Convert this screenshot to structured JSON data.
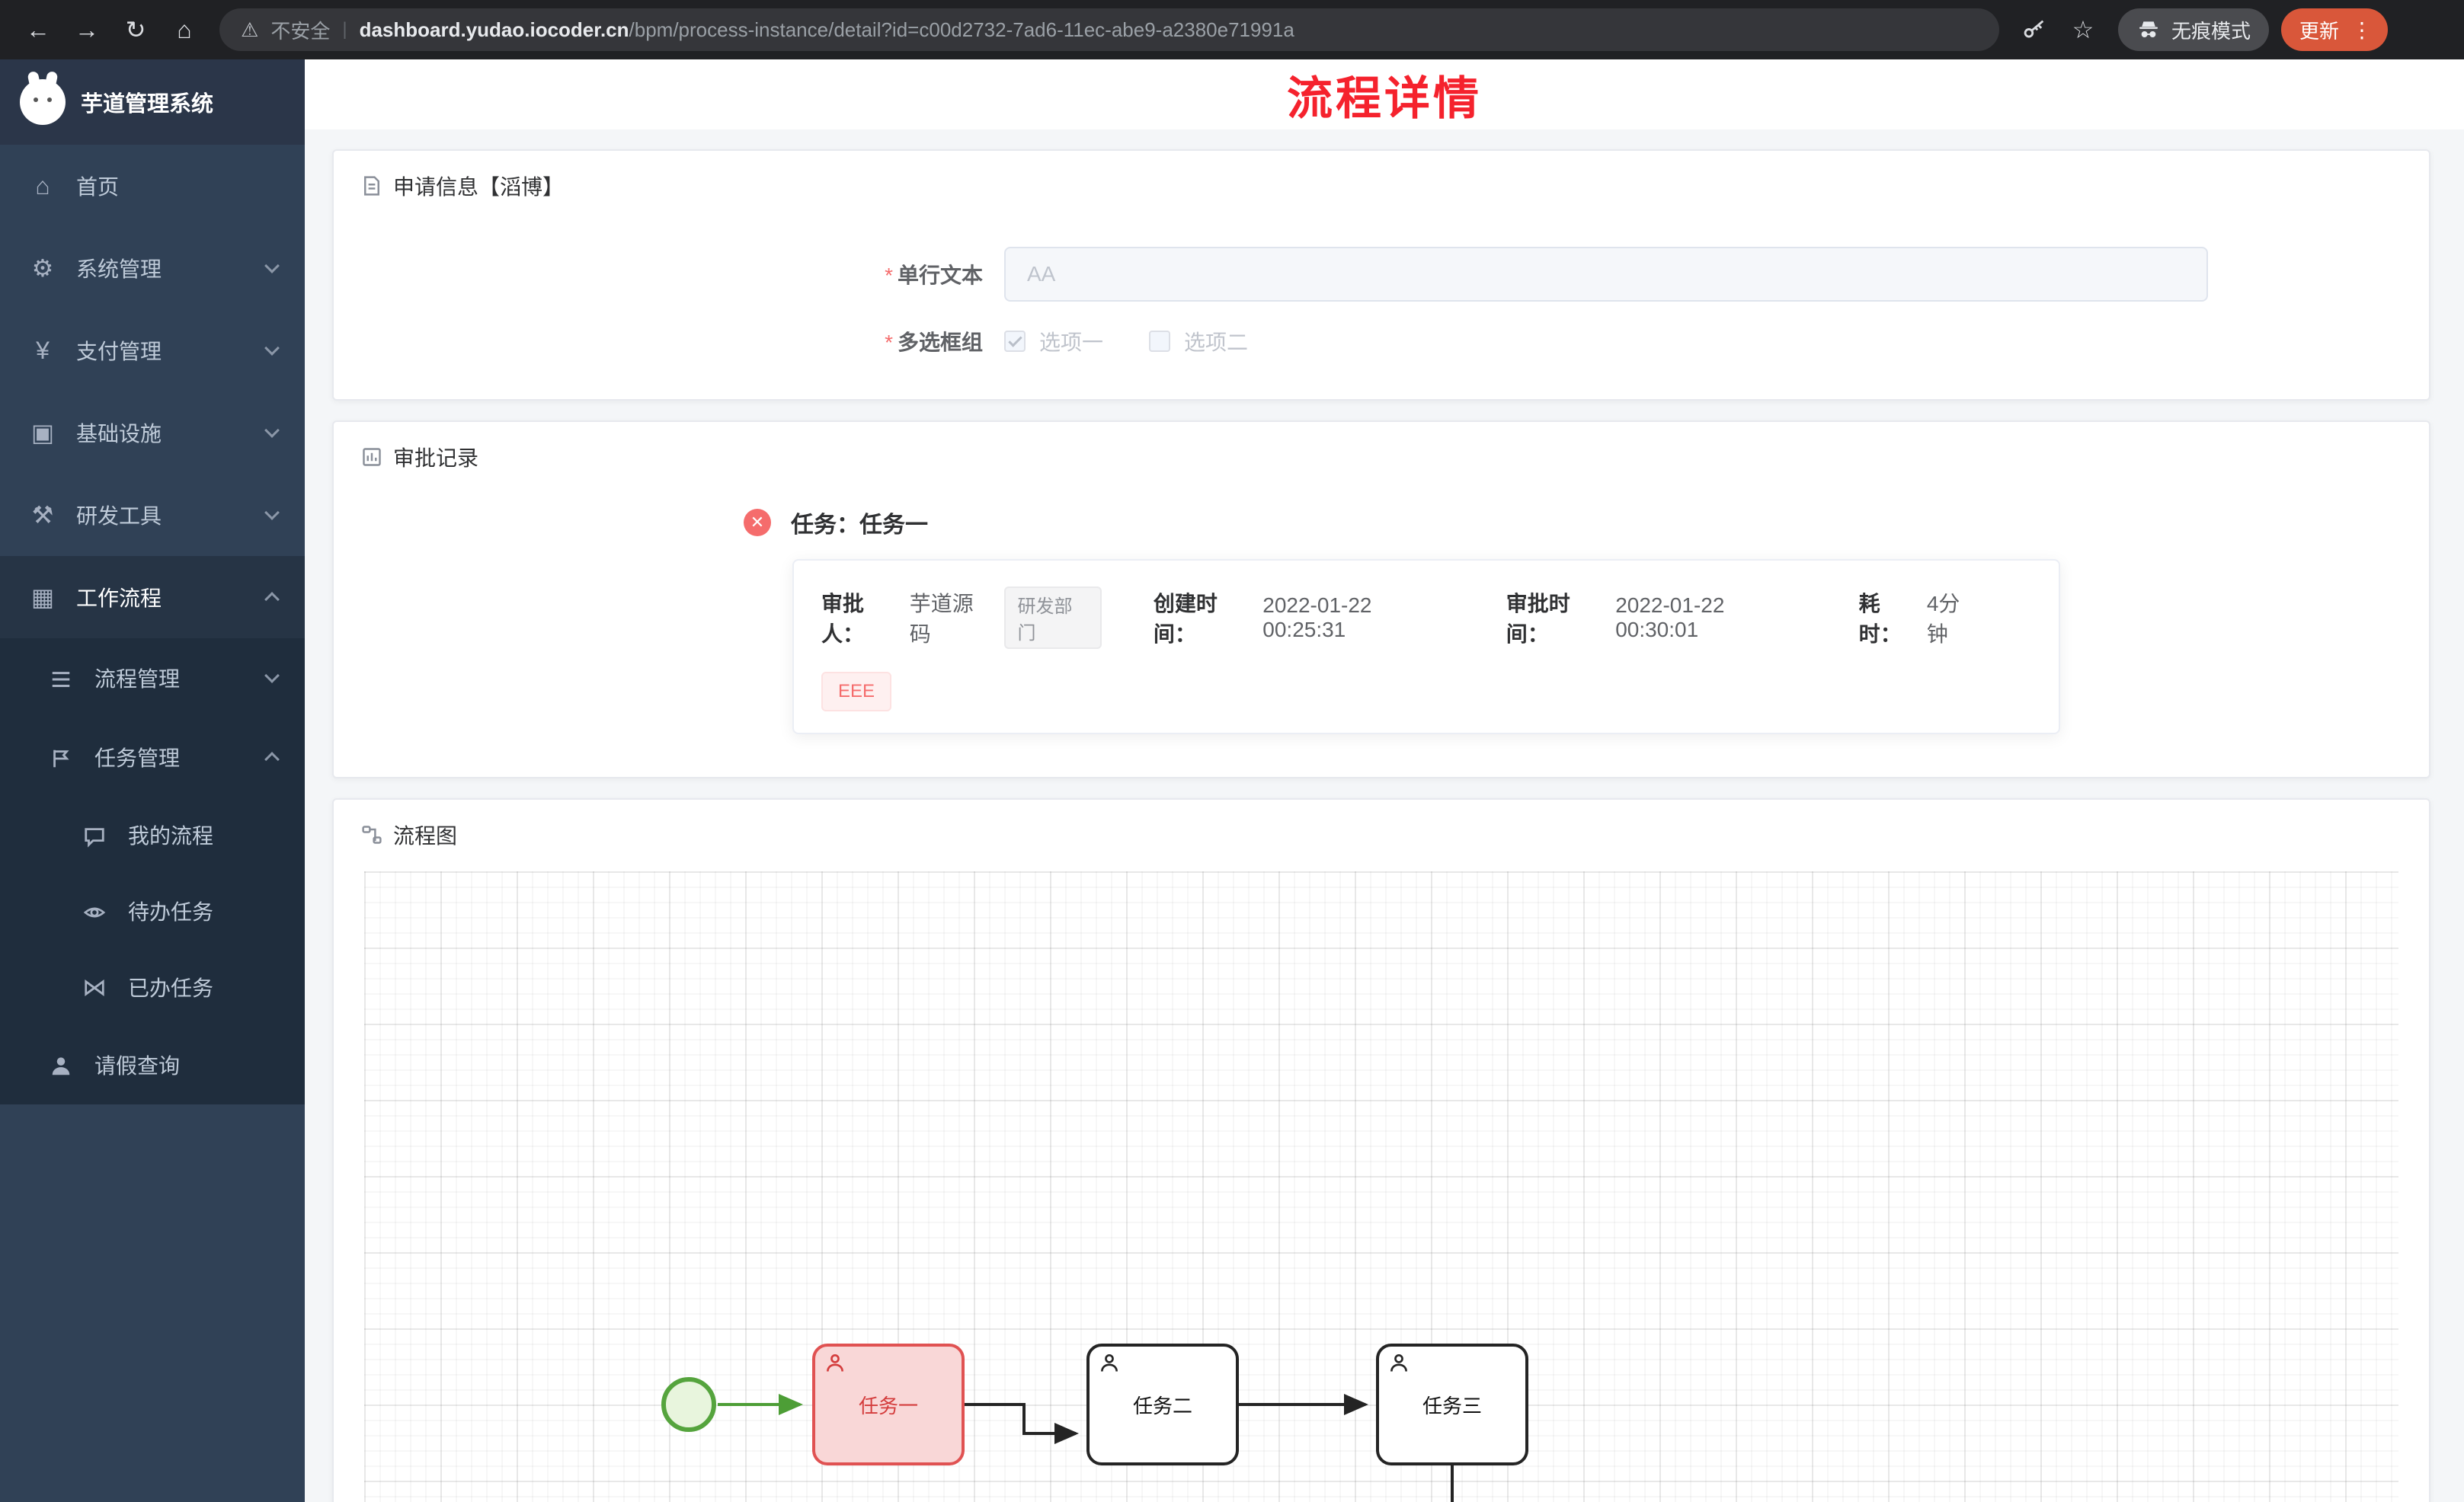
{
  "browser": {
    "security_warning": "不安全",
    "url_domain": "dashboard.yudao.iocoder.cn",
    "url_path": "/bpm/process-instance/detail?id=c00d2732-7ad6-11ec-abe9-a2380e71991a",
    "incognito_label": "无痕模式",
    "update_label": "更新"
  },
  "sidebar": {
    "app_title": "芋道管理系统",
    "items": [
      {
        "label": "首页"
      },
      {
        "label": "系统管理"
      },
      {
        "label": "支付管理"
      },
      {
        "label": "基础设施"
      },
      {
        "label": "研发工具"
      },
      {
        "label": "工作流程"
      },
      {
        "label": "流程管理"
      },
      {
        "label": "任务管理"
      },
      {
        "label": "我的流程"
      },
      {
        "label": "待办任务"
      },
      {
        "label": "已办任务"
      },
      {
        "label": "请假查询"
      }
    ]
  },
  "page": {
    "title": "流程详情"
  },
  "apply": {
    "header": "申请信息【滔博】",
    "text_field": {
      "label": "单行文本",
      "value": "AA"
    },
    "checkbox_field": {
      "label": "多选框组",
      "options": [
        {
          "label": "选项一",
          "checked": true
        },
        {
          "label": "选项二",
          "checked": false
        }
      ]
    }
  },
  "approval": {
    "header": "审批记录",
    "task_title": "任务：任务一",
    "approver_label": "审批人：",
    "approver_name": "芋道源码",
    "dept_tag": "研发部门",
    "created_label": "创建时间：",
    "created_time": "2022-01-22 00:25:31",
    "approved_label": "审批时间：",
    "approved_time": "2022-01-22 00:30:01",
    "duration_label": "耗时：",
    "duration_value": "4分钟",
    "comment_tag": "EEE"
  },
  "diagram": {
    "header": "流程图",
    "tasks": [
      "任务一",
      "任务二",
      "任务三"
    ]
  },
  "colors": {
    "accent_red": "#f5222d",
    "highlight_task_border": "#e05252",
    "start_event_green": "#55a43d"
  }
}
